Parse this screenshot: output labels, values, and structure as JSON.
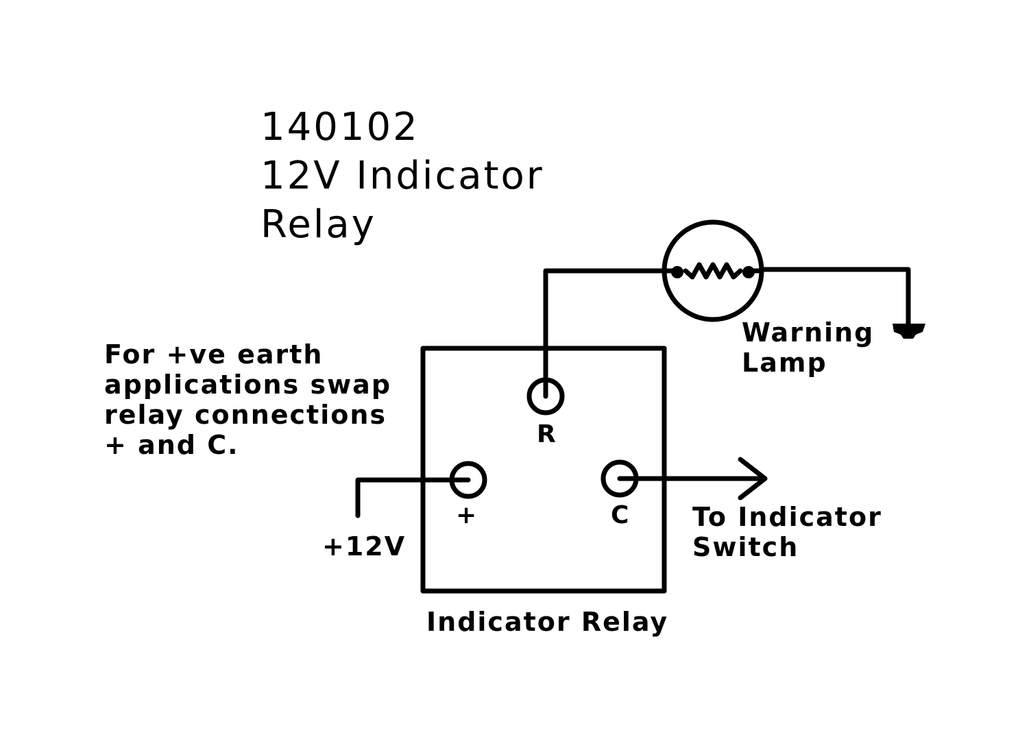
{
  "title": {
    "part_number": "140102",
    "line2": "12V Indicator",
    "line3": "Relay"
  },
  "note": {
    "lines": [
      "For +ve earth",
      "applications swap",
      "relay connections",
      "+ and C."
    ]
  },
  "relay": {
    "label": "Indicator Relay",
    "terminals": {
      "r": "R",
      "plus": "+",
      "c": "C"
    }
  },
  "supply": {
    "label": "+12V"
  },
  "lamp": {
    "line1": "Warning",
    "line2": "Lamp"
  },
  "output": {
    "line1": "To Indicator",
    "line2": "Switch"
  },
  "colors": {
    "ink": "#000000",
    "paper": "#ffffff"
  }
}
